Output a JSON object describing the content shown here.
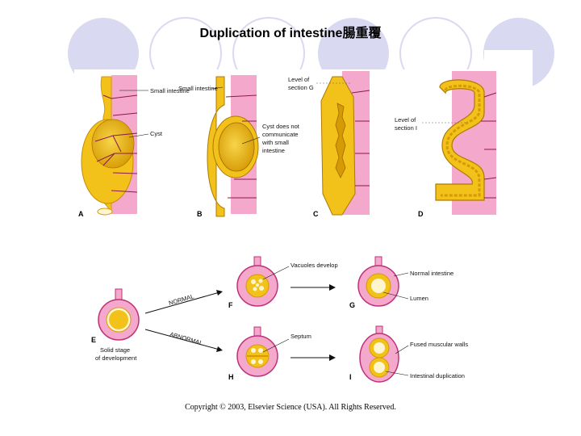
{
  "slide": {
    "title": "Duplication of intestine腸重覆",
    "copyright": "Copyright © 2003, Elsevier Science (USA). All Rights Reserved."
  },
  "figure": {
    "panels": {
      "A": "A",
      "B": "B",
      "C": "C",
      "D": "D",
      "E": "E",
      "F": "F",
      "G": "G",
      "H": "H",
      "I": "I"
    },
    "labels": {
      "small_intestine_a": "Small intestine",
      "cyst": "Cyst",
      "small_intestine_b": "Small intestine",
      "cyst_not_comm_1": "Cyst does not",
      "cyst_not_comm_2": "communicate",
      "cyst_not_comm_3": "with small",
      "cyst_not_comm_4": "intestine",
      "level_g_1": "Level of",
      "level_g_2": "section G",
      "level_i_1": "Level of",
      "level_i_2": "section I",
      "solid_stage_1": "Solid stage",
      "solid_stage_2": "of development",
      "normal": "NORMAL",
      "abnormal": "ABNORMAL",
      "vacuoles_develop": "Vacuoles develop",
      "normal_intestine": "Normal intestine",
      "lumen": "Lumen",
      "septum": "Septum",
      "fused_muscular_walls": "Fused muscular walls",
      "intestinal_duplication": "Intestinal duplication"
    }
  },
  "colors": {
    "pink": "#f4a9cc",
    "magenta": "#c0307a",
    "yellow": "#f2c21a",
    "gold": "#d69a05",
    "deco_circle": "#d9daf1"
  }
}
